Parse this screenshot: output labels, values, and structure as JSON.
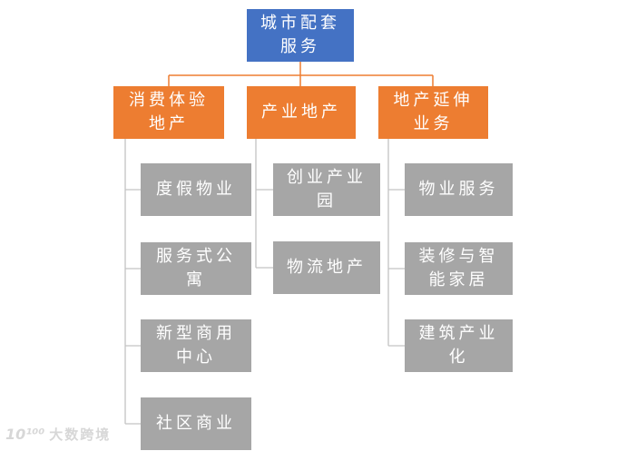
{
  "diagram": {
    "type": "hierarchy-org-chart",
    "root": {
      "label": "城市配套\n服务",
      "color": "#4472C4"
    },
    "branches": [
      {
        "label": "消费体验\n地产",
        "color": "#ED7D31",
        "children": [
          "度假物业",
          "服务式公\n寓",
          "新型商用\n中心",
          "社区商业"
        ]
      },
      {
        "label": "产业地产",
        "color": "#ED7D31",
        "children": [
          "创业产业\n园",
          "物流地产"
        ]
      },
      {
        "label": "地产延伸\n业务",
        "color": "#ED7D31",
        "children": [
          "物业服务",
          "装修与智\n能家居",
          "建筑产业\n化"
        ]
      }
    ],
    "child_color": "#A6A6A6",
    "connector_colors": {
      "top_level": "#ED7D31",
      "child_level": "#C3C3C3"
    },
    "text_color": "#FFFFFF",
    "background": "#FFFFFF"
  },
  "watermark": {
    "logo_text": "10¹⁰⁰",
    "brand": "大数跨境"
  }
}
